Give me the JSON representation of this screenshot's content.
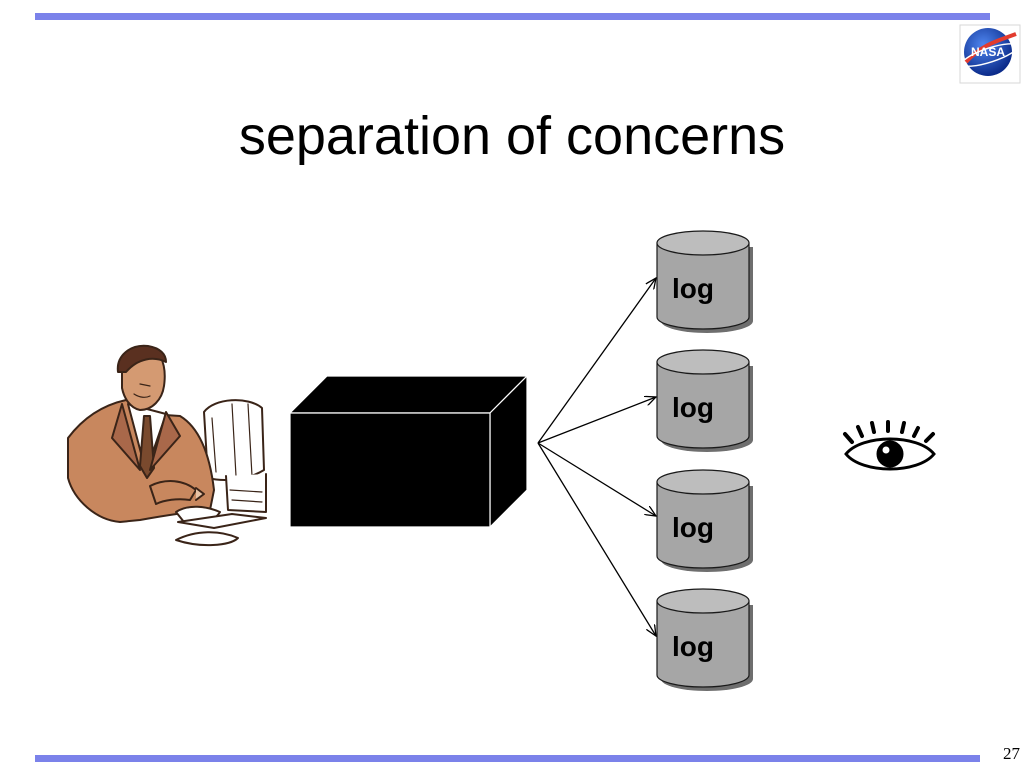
{
  "slide": {
    "title": "separation of concerns",
    "page_number": "27",
    "logo_text": "NASA"
  },
  "diagram": {
    "stores": [
      {
        "label": "log"
      },
      {
        "label": "log"
      },
      {
        "label": "log"
      },
      {
        "label": "log"
      }
    ],
    "colors": {
      "rule": "#7b82ea",
      "box": "#000000",
      "cylinder": "#a6a6a6",
      "cylinder_top": "#bdbdbd",
      "person_skin": "#c8875e"
    },
    "icons": [
      "person-at-computer-icon",
      "black-box-icon",
      "eye-icon",
      "nasa-logo"
    ]
  }
}
